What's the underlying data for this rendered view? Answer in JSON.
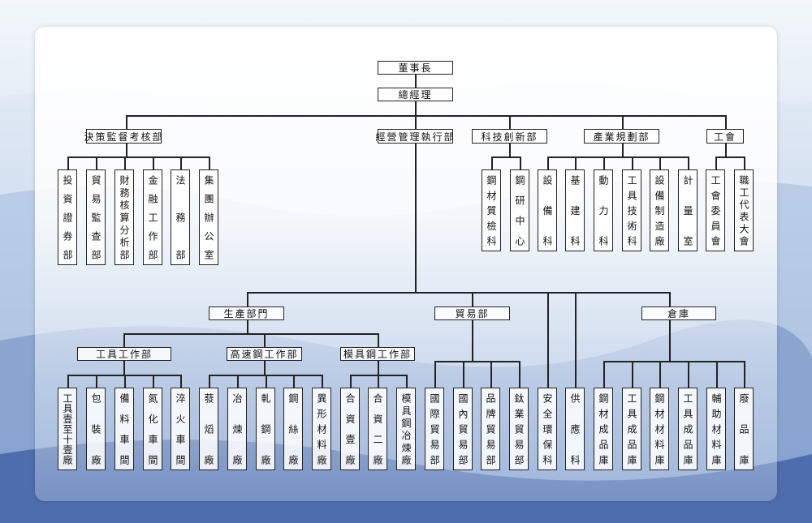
{
  "chairman": "董事長",
  "general_manager": "總經理",
  "divisions": [
    {
      "name": "決策監督考核部",
      "units": [
        "投資證券部",
        "貿易監查部",
        "財務核算分析部",
        "金融工作部",
        "法務部",
        "集團辦公室"
      ]
    },
    {
      "name": "科技創新部",
      "units": [
        "鋼材質檢科",
        "鋼研中心"
      ]
    },
    {
      "name": "產業規劃部",
      "units": [
        "設備科",
        "基建科",
        "動力科",
        "工具技術科",
        "設備制造廠",
        "計量室"
      ]
    },
    {
      "name": "工會",
      "units": [
        "工會委員會",
        "職工代表大會"
      ]
    }
  ],
  "executive": {
    "name": "經營管理執行部",
    "production": {
      "name": "生產部門",
      "workshops": [
        {
          "name": "工具工作部",
          "units": [
            "工具壹至十壹廠",
            "包裝廠",
            "備料車間",
            "氮化車間",
            "淬火車間"
          ]
        },
        {
          "name": "高速鋼工作部",
          "units": [
            "蕟熖廠",
            "冶煉廠",
            "軋鋼廠",
            "鋼絲廠",
            "異形材料廠"
          ]
        },
        {
          "name": "模具鋼工作部",
          "units": [
            "合資壹廠",
            "合資二廠",
            "模具鋼冶煉廠"
          ]
        }
      ]
    },
    "trade": {
      "name": "貿易部",
      "units": [
        "國際貿易部",
        "國內貿易部",
        "品牌貿易部",
        "鈦業貿易部"
      ]
    },
    "safety": "安全環保科",
    "supply": "供應科",
    "warehouse": {
      "name": "倉庫",
      "units": [
        "鋼材成品庫",
        "工具成品庫",
        "鋼材材料庫",
        "工具成品庫",
        "輔助材料庫",
        "廢品庫"
      ]
    }
  }
}
